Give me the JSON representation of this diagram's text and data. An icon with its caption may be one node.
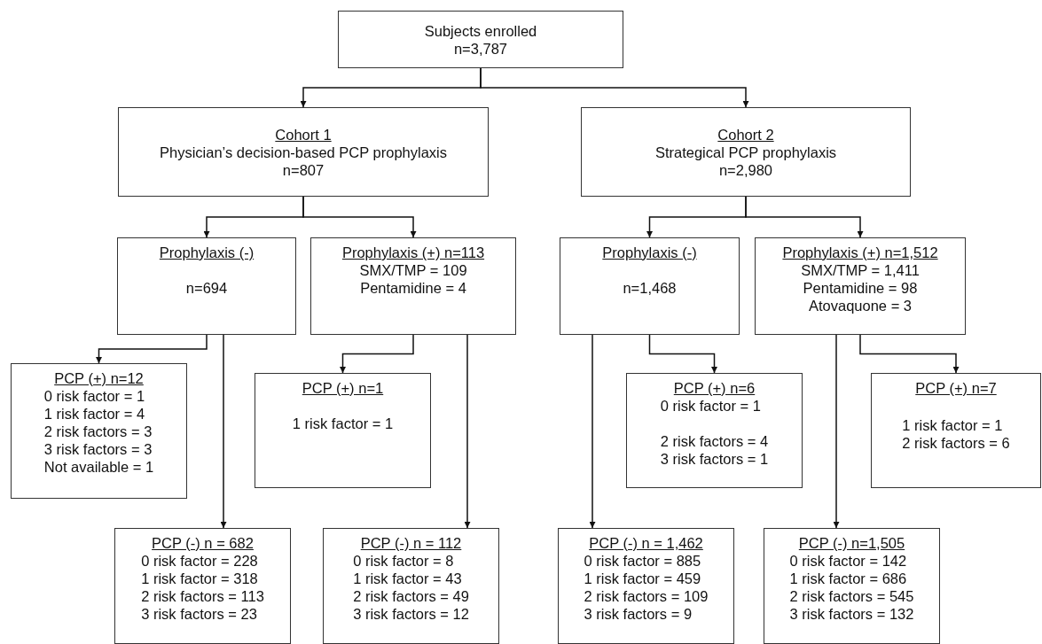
{
  "diagram": {
    "nodes": [
      {
        "text": [
          "Subjects enrolled",
          "n=3,787"
        ]
      },
      {
        "text": [
          "Cohort 1",
          "Physician’s decision-based PCP prophylaxis",
          "n=807"
        ]
      },
      {
        "text": [
          "Cohort 2",
          "Strategical PCP prophylaxis",
          "n=2,980"
        ]
      },
      {
        "text": [
          "Prophylaxis (-)",
          "n=694"
        ]
      },
      {
        "text": [
          "Prophylaxis (+) n=113",
          "SMX/TMP = 109",
          "Pentamidine = 4"
        ]
      },
      {
        "text": [
          "Prophylaxis (-)",
          "n=1,468"
        ]
      },
      {
        "text": [
          "Prophylaxis (+) n=1,512",
          "SMX/TMP = 1,411",
          "Pentamidine = 98",
          "Atovaquone = 3"
        ]
      },
      {
        "text": [
          "PCP (+) n=12",
          "0 risk factor = 1",
          "1 risk factor = 4",
          "2 risk factors = 3",
          "3 risk factors = 3",
          "Not available = 1"
        ]
      },
      {
        "text": [
          "PCP (+) n=1",
          "1 risk factor = 1"
        ]
      },
      {
        "text": [
          "PCP (+) n=6",
          "0 risk factor = 1",
          "2 risk factors = 4",
          "3 risk factors = 1"
        ]
      },
      {
        "text": [
          "PCP (+) n=7",
          "1 risk factor = 1",
          "2 risk factors = 6"
        ]
      },
      {
        "text": [
          "PCP (-) n = 682",
          "0 risk factor = 228",
          "1 risk factor = 318",
          "2 risk factors = 113",
          "3 risk factors = 23"
        ]
      },
      {
        "text": [
          "PCP (-) n = 112",
          "0 risk factor = 8",
          "1 risk factor = 43",
          "2 risk factors = 49",
          "3 risk factors = 12"
        ]
      },
      {
        "text": [
          "PCP (-) n = 1,462",
          "0 risk factor = 885",
          "1 risk factor = 459",
          "2 risk factors = 109",
          "3 risk factors = 9"
        ]
      },
      {
        "text": [
          "PCP (-) n=1,505",
          "0 risk factor = 142",
          "1 risk factor = 686",
          "2 risk factors = 545",
          "3 risk factors = 132"
        ]
      }
    ],
    "edges": [
      {
        "from": 0,
        "to": 1,
        "arrow": "to"
      },
      {
        "from": 0,
        "to": 2,
        "arrow": "to"
      },
      {
        "from": 1,
        "to": 3,
        "arrow": "to"
      },
      {
        "from": 1,
        "to": 4,
        "arrow": "to"
      },
      {
        "from": 2,
        "to": 5,
        "arrow": "to"
      },
      {
        "from": 2,
        "to": 6,
        "arrow": "to"
      },
      {
        "from": 3,
        "to": 7,
        "arrow": "to"
      },
      {
        "from": 3,
        "to": 11,
        "arrow": "to"
      },
      {
        "from": 4,
        "to": 8,
        "arrow": "to"
      },
      {
        "from": 4,
        "to": 12,
        "arrow": "to"
      },
      {
        "from": 5,
        "to": 9,
        "arrow": "to"
      },
      {
        "from": 5,
        "to": 13,
        "arrow": "to"
      },
      {
        "from": 6,
        "to": 10,
        "arrow": "to"
      },
      {
        "from": 6,
        "to": 14,
        "arrow": "to"
      }
    ]
  }
}
